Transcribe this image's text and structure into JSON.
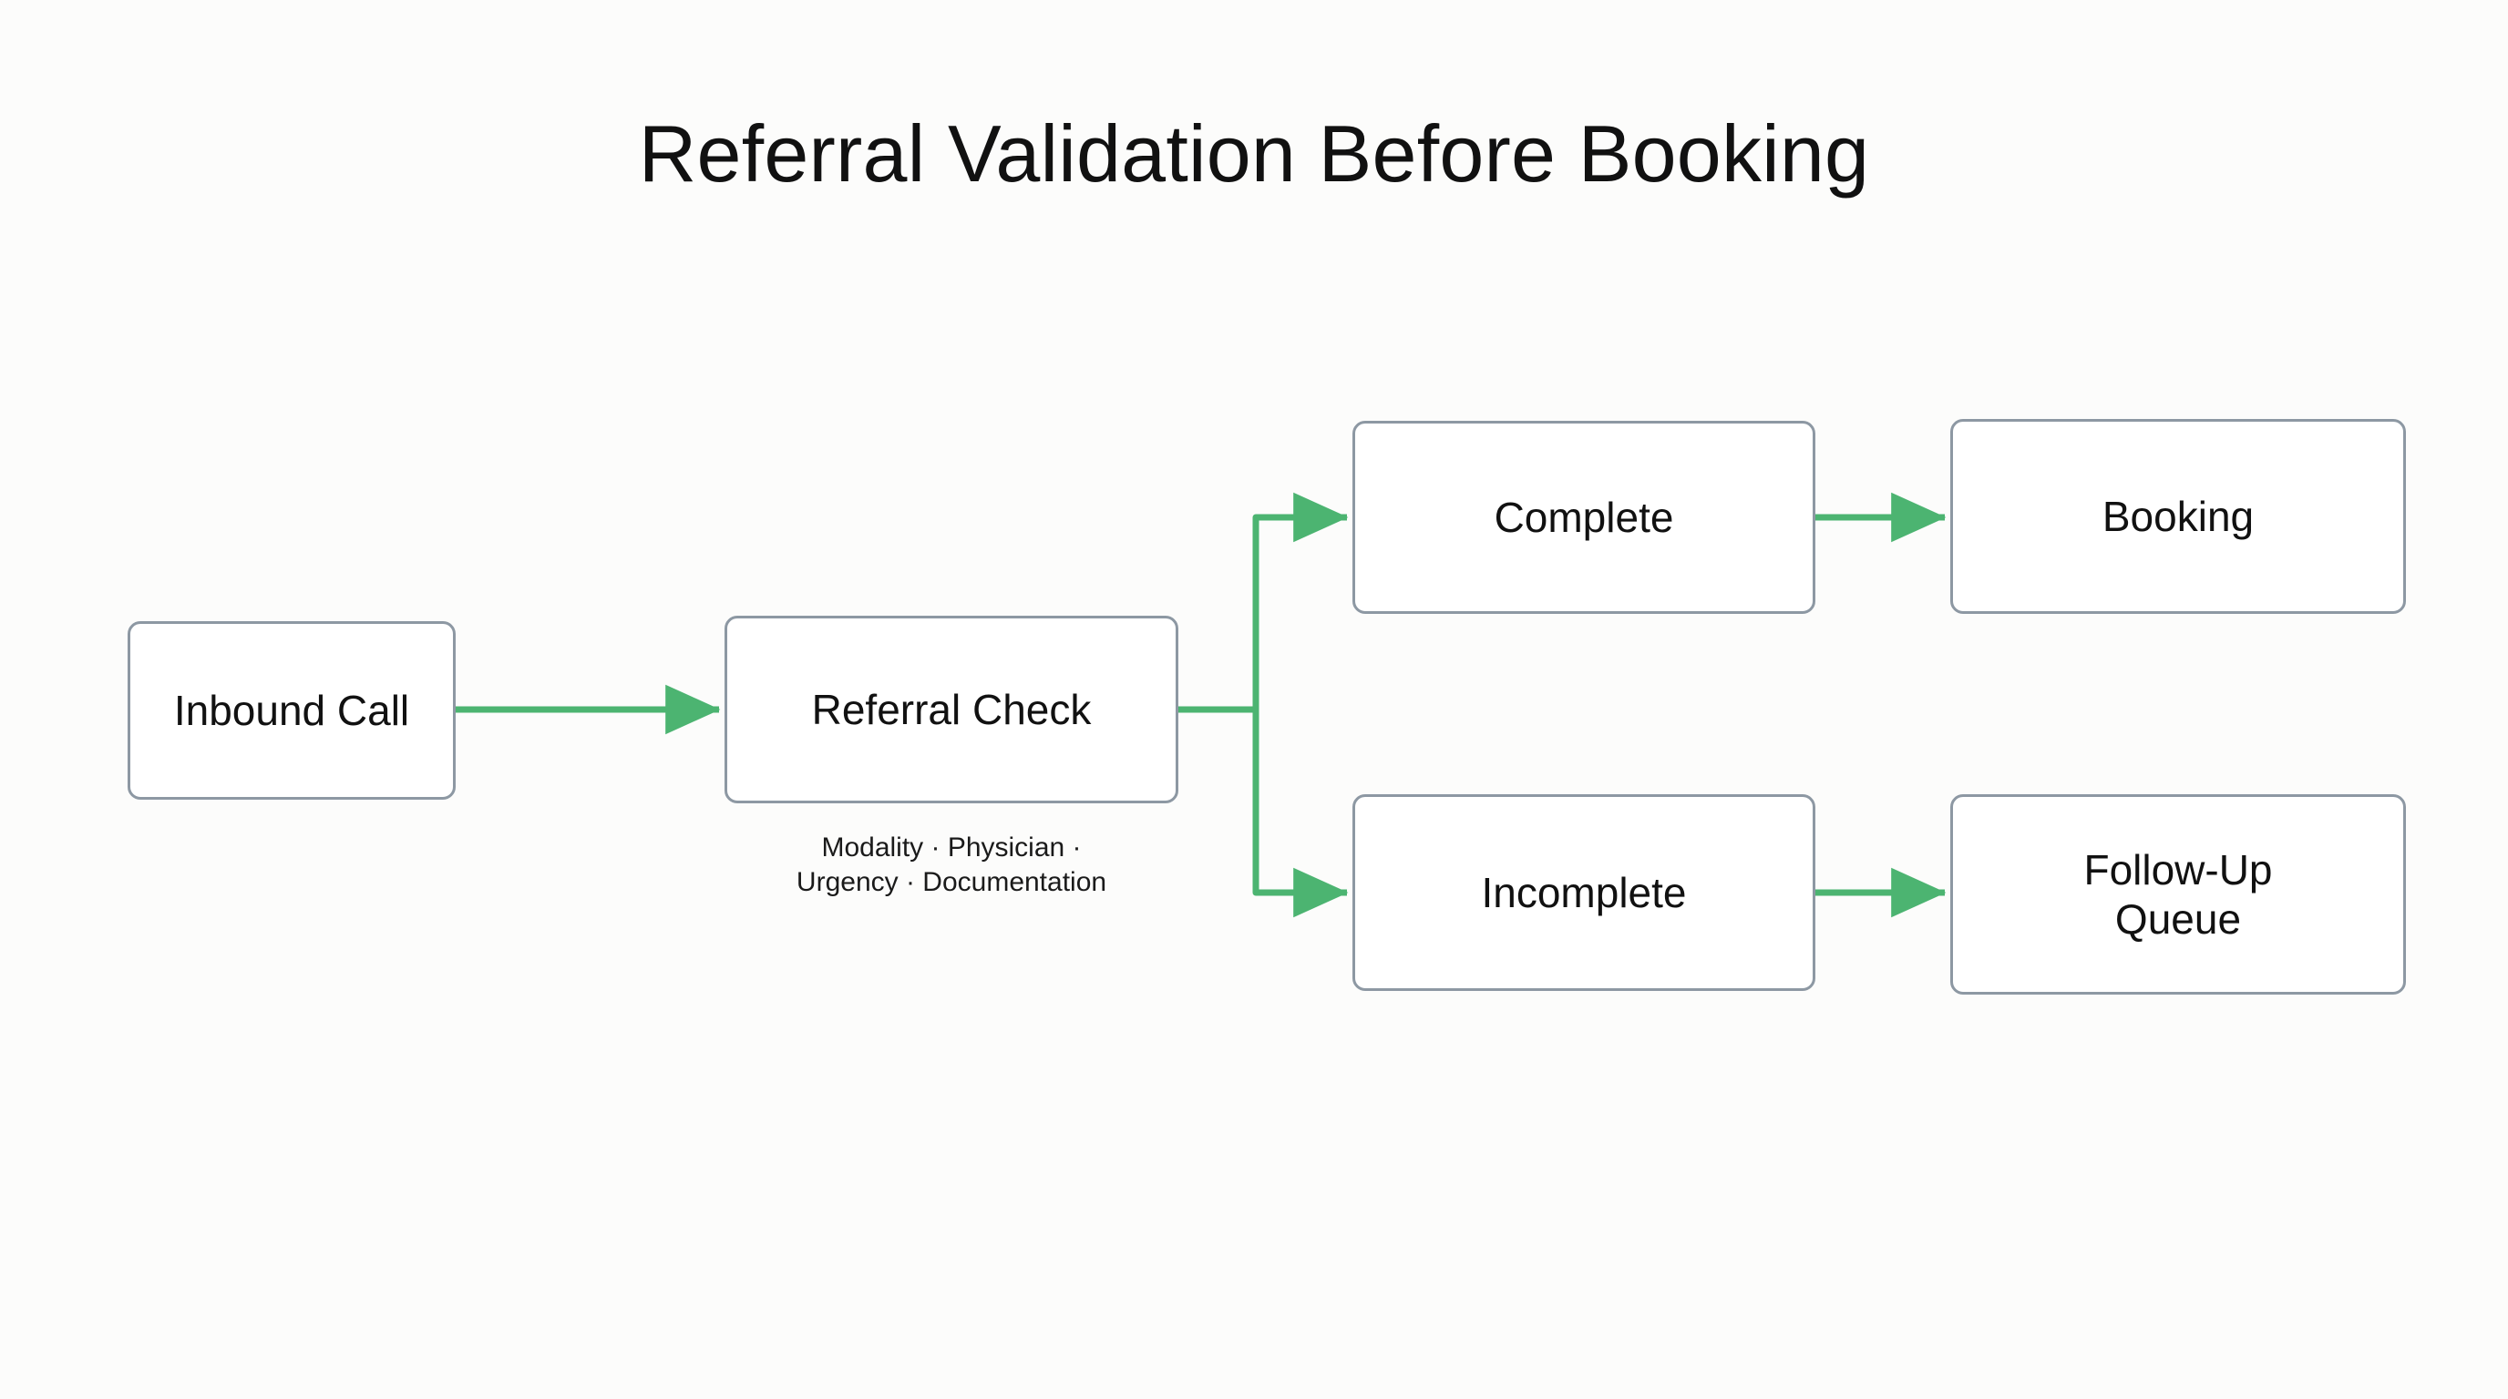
{
  "title": "Referral Validation Before Booking",
  "theme": {
    "background": "#fcfcfb",
    "node_fill": "#ffffff",
    "node_border": "#8d98a3",
    "edge_color": "#4cb471",
    "text_color": "#111111"
  },
  "nodes": {
    "inbound_call": {
      "label": "Inbound Call"
    },
    "referral_check": {
      "label": "Referral Check"
    },
    "complete": {
      "label": "Complete"
    },
    "incomplete": {
      "label": "Incomplete"
    },
    "booking": {
      "label": "Booking"
    },
    "followup_queue": {
      "label": "Follow-Up\nQueue"
    }
  },
  "captions": {
    "referral_check_criteria": "Modality · Physician ·\nUrgency · Documentation"
  },
  "edges": [
    {
      "from": "inbound_call",
      "to": "referral_check",
      "label": ""
    },
    {
      "from": "referral_check",
      "to": "complete",
      "label": ""
    },
    {
      "from": "referral_check",
      "to": "incomplete",
      "label": ""
    },
    {
      "from": "complete",
      "to": "booking",
      "label": ""
    },
    {
      "from": "incomplete",
      "to": "followup_queue",
      "label": ""
    }
  ]
}
